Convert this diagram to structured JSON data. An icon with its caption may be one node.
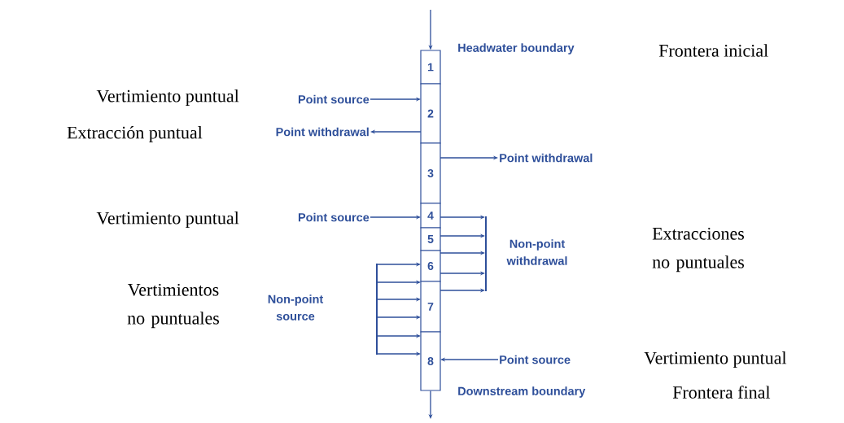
{
  "diagram": {
    "nodes": [
      {
        "text": [
          "1"
        ]
      },
      {
        "text": [
          "2"
        ]
      },
      {
        "text": [
          "3"
        ]
      },
      {
        "text": [
          "4"
        ]
      },
      {
        "text": [
          "5"
        ]
      },
      {
        "text": [
          "6"
        ]
      },
      {
        "text": [
          "7"
        ]
      },
      {
        "text": [
          "8"
        ]
      },
      {
        "text": [
          "Headwater boundary"
        ]
      },
      {
        "text": [
          "Point source"
        ]
      },
      {
        "text": [
          "Point withdrawal"
        ]
      },
      {
        "text": [
          "Point withdrawal"
        ]
      },
      {
        "text": [
          "Point source"
        ]
      },
      {
        "text": [],
        "shape": "bar"
      },
      {
        "text": [],
        "shape": "bar"
      },
      {
        "text": [
          "Point source"
        ]
      },
      {
        "text": [
          "Downstream boundary"
        ]
      }
    ],
    "edges": [
      {
        "from": null,
        "to": 0,
        "arrow": "to"
      },
      {
        "from": 9,
        "to": 1,
        "arrow": "to"
      },
      {
        "from": 1,
        "to": 10,
        "arrow": "to"
      },
      {
        "from": 2,
        "to": 11,
        "arrow": "to"
      },
      {
        "from": 12,
        "to": 3,
        "arrow": "to"
      },
      {
        "from": 3,
        "to": 13,
        "arrow": "to"
      },
      {
        "from": 4,
        "to": 13,
        "arrow": "to"
      },
      {
        "from": 5,
        "to": 13,
        "arrow": "to"
      },
      {
        "from": 5,
        "to": 13,
        "arrow": "to"
      },
      {
        "from": 6,
        "to": 13,
        "arrow": "to"
      },
      {
        "from": 14,
        "to": 5,
        "arrow": "to"
      },
      {
        "from": 14,
        "to": 6,
        "arrow": "to"
      },
      {
        "from": 14,
        "to": 6,
        "arrow": "to"
      },
      {
        "from": 14,
        "to": 6,
        "arrow": "to"
      },
      {
        "from": 14,
        "to": 7,
        "arrow": "to"
      },
      {
        "from": 14,
        "to": 7,
        "arrow": "to"
      },
      {
        "from": 15,
        "to": 7,
        "arrow": "to"
      },
      {
        "from": 7,
        "to": null,
        "arrow": "to"
      }
    ],
    "labels": [
      "Frontera inicial",
      "Vertimiento puntual",
      "Extracción puntual",
      "Vertimiento puntual",
      "Non-point withdrawal",
      "Extracciones no puntuales",
      "Vertimientos no puntuales",
      "Non-point source",
      "Vertimiento puntual",
      "Frontera final"
    ]
  }
}
